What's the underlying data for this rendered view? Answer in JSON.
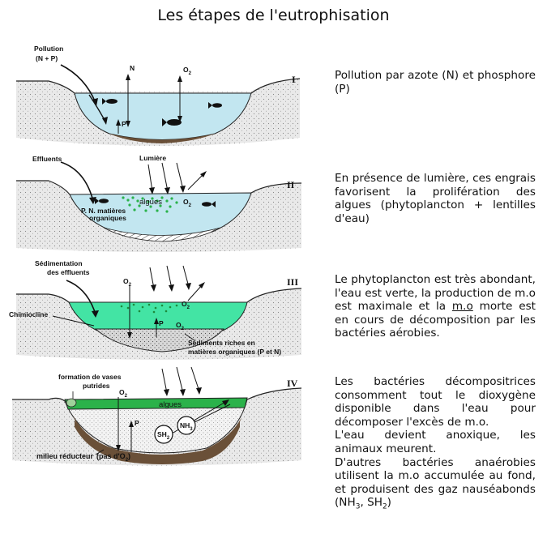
{
  "title": "Les étapes de l'eutrophisation",
  "stages": [
    {
      "numeral": "I",
      "labels": {
        "pollution": "Pollution",
        "pollution_np": "(N + P)",
        "n": "N",
        "o2": "O",
        "o2_sub": "2",
        "p": "P"
      },
      "description": "Pollution par azote (N) et phosphore (P)"
    },
    {
      "numeral": "II",
      "labels": {
        "effluents": "Effluents",
        "lumiere": "Lumière",
        "algues": "algues",
        "pn": "P. N. matières",
        "organiques": "organiques",
        "o2": "O",
        "o2_sub": "2"
      },
      "description": "En présence de lumière, ces engrais favorisent la prolifération des algues (phytoplancton + lentilles d'eau)"
    },
    {
      "numeral": "III",
      "labels": {
        "sedimentation": "Sédimentation",
        "des_effluents": "des effluents",
        "chimiocline": "Chimiocline",
        "o2": "O",
        "o2_sub": "2",
        "p": "P",
        "sediments": "Sédiments riches en",
        "sediments2": "matières organiques (P et N)"
      },
      "description_parts": {
        "part1": "Le phytoplancton est très abondant, l'eau est verte, la production de m.o est maximale et la ",
        "underlined": "m.o",
        "part2": " morte est en cours de décomposition par les bactéries aérobies."
      }
    },
    {
      "numeral": "IV",
      "labels": {
        "formation": "formation de vases",
        "putrides": "putrides",
        "o2": "O",
        "o2_sub": "2",
        "algues": "algues",
        "p": "P",
        "sh2": "SH",
        "sh2_sub": "2",
        "nh3": "NH",
        "nh3_sub": "3",
        "milieu": "milieu réducteur",
        "pas_o2": "(pas d'O",
        "pas_o2_sub": "2",
        "pas_o2_end": ")"
      },
      "description_lines": [
        "Les bactéries décompositrices consomment tout le dioxygène disponible dans l'eau pour décomposer l'excès de m.o.",
        "L'eau devient anoxique, les animaux meurent.",
        "D'autres bactéries anaérobies utilisent la m.o accumulée au fond, et produisent des gaz nauséabonds (NH",
        "3",
        ", SH",
        "2",
        ")"
      ]
    }
  ],
  "colors": {
    "water_light": "#c2e6f0",
    "water_green": "#43e4a4",
    "algae": "#2bb24a",
    "sediment": "#6a5038",
    "ground": "#e7e7e7"
  }
}
